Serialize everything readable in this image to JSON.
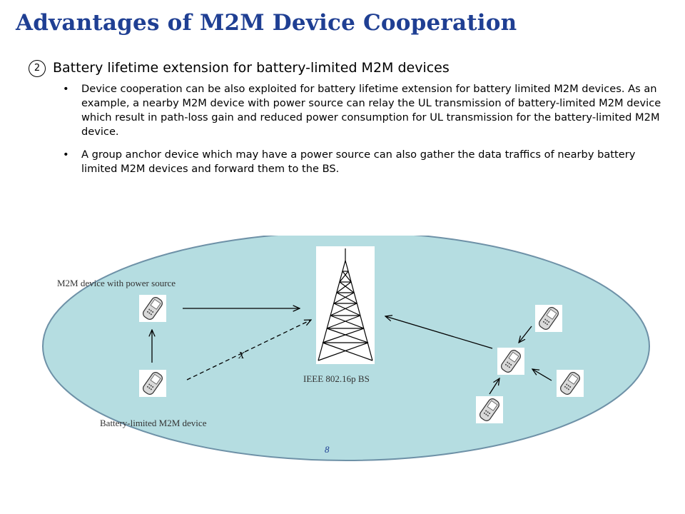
{
  "title": "Advantages of M2M Device Cooperation",
  "subhead": {
    "marker": "2",
    "text": "Battery lifetime extension for battery-limited M2M devices"
  },
  "bullets": [
    "Device cooperation can be also exploited for battery lifetime extension for battery limited M2M devices. As an example, a nearby M2M device with power source can relay the UL transmission of battery-limited M2M device which result in path-loss gain and reduced power consumption for UL transmission for the battery-limited M2M device.",
    "A group anchor device which may have a power source can also gather the data traffics of nearby battery limited M2M devices and forward them to the BS."
  ],
  "diagram": {
    "label_power_device": "M2M device with power source",
    "label_battery_device": "Battery-limited M2M device",
    "label_bs": "IEEE 802.16p BS",
    "blocked_marker": "X",
    "page_number": "8"
  },
  "colors": {
    "title": "#1f3f93",
    "cell": "#b5dde1",
    "cell_border": "#6e91a7"
  }
}
